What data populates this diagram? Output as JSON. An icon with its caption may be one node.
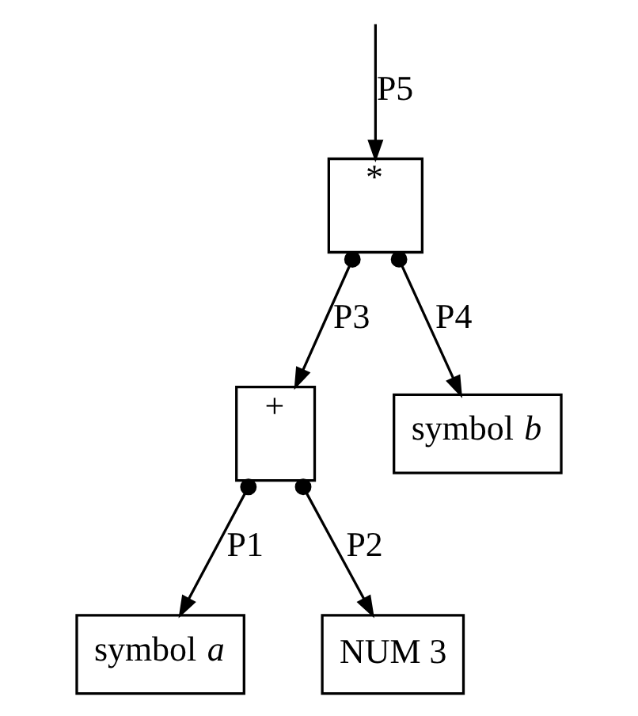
{
  "diagram": {
    "nodes": [
      {
        "text": [
          "*"
        ]
      },
      {
        "text": [
          "+"
        ]
      },
      {
        "text": [
          "symbol *b*"
        ]
      },
      {
        "text": [
          "symbol *a*"
        ]
      },
      {
        "text": [
          "NUM 3"
        ]
      }
    ],
    "edges": [
      {
        "from": null,
        "to": 0,
        "arrow": "to",
        "label": "P5"
      },
      {
        "from": 0,
        "to": 1,
        "arrow": "to",
        "label": "P3"
      },
      {
        "from": 0,
        "to": 2,
        "arrow": "to",
        "label": "P4"
      },
      {
        "from": 1,
        "to": 3,
        "arrow": "to",
        "label": "P1"
      },
      {
        "from": 1,
        "to": 4,
        "arrow": "to",
        "label": "P2"
      }
    ]
  }
}
